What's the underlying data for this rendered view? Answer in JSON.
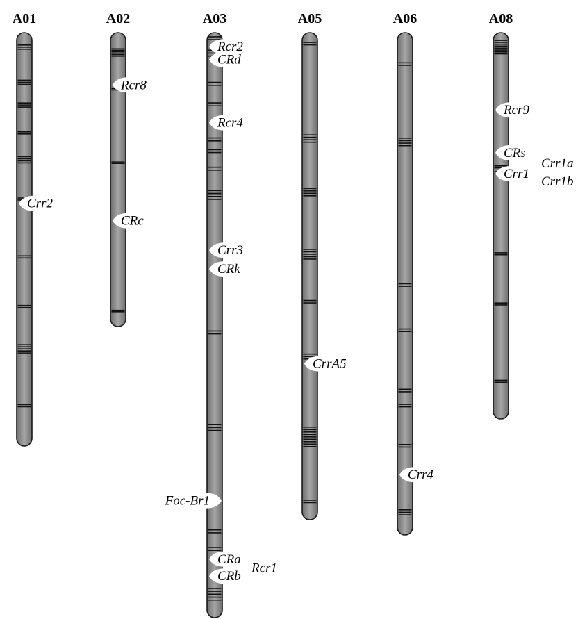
{
  "chromosomes": [
    {
      "id": "A01",
      "name": "A01",
      "bands": [
        0.03,
        0.035,
        0.04,
        0.115,
        0.12,
        0.125,
        0.17,
        0.175,
        0.18,
        0.24,
        0.245,
        0.3,
        0.305,
        0.31,
        0.315,
        0.4,
        0.405,
        0.54,
        0.545,
        0.66,
        0.665,
        0.755,
        0.76,
        0.765,
        0.77,
        0.775,
        0.9,
        0.905
      ],
      "genes": [
        {
          "label": "Crr2",
          "pos": 0.413,
          "side": "right"
        }
      ]
    },
    {
      "id": "A02",
      "name": "A02",
      "bands": [
        0.055,
        0.06,
        0.065,
        0.07,
        0.075,
        0.08,
        0.19,
        0.195,
        0.44,
        0.445,
        0.945,
        0.95
      ],
      "genes": [
        {
          "label": "Rcr8",
          "pos": 0.178,
          "side": "right"
        },
        {
          "label": "CRc",
          "pos": 0.64,
          "side": "right"
        }
      ]
    },
    {
      "id": "A03",
      "name": "A03",
      "bands": [
        0.007,
        0.012,
        0.03,
        0.035,
        0.04,
        0.085,
        0.09,
        0.12,
        0.125,
        0.18,
        0.185,
        0.2,
        0.205,
        0.23,
        0.235,
        0.27,
        0.275,
        0.275,
        0.28,
        0.285,
        0.51,
        0.515,
        0.67,
        0.675,
        0.68,
        0.85,
        0.855,
        0.88,
        0.885,
        0.95,
        0.955,
        0.96,
        0.965,
        0.97
      ],
      "genes": [
        {
          "label": "Rcr2",
          "pos": 0.024,
          "side": "right"
        },
        {
          "label": "CRd",
          "pos": 0.046,
          "side": "right"
        },
        {
          "label": "Rcr4",
          "pos": 0.154,
          "side": "right"
        },
        {
          "label": "Crr3",
          "pos": 0.372,
          "side": "right"
        },
        {
          "label": "CRk",
          "pos": 0.404,
          "side": "right"
        },
        {
          "label": "Foc-Br1",
          "pos": 0.8,
          "side": "left"
        },
        {
          "label": "CRa",
          "pos": 0.9,
          "side": "right"
        },
        {
          "label": "CRb",
          "pos": 0.929,
          "side": "right"
        }
      ],
      "groupLabels": [
        {
          "label": "Rcr1",
          "pos": 0.915
        }
      ]
    },
    {
      "id": "A05",
      "name": "A05",
      "bands": [
        0.02,
        0.025,
        0.21,
        0.215,
        0.22,
        0.225,
        0.32,
        0.325,
        0.33,
        0.335,
        0.445,
        0.45,
        0.455,
        0.46,
        0.465,
        0.55,
        0.555,
        0.66,
        0.665,
        0.67,
        0.81,
        0.815,
        0.82,
        0.825,
        0.83,
        0.835,
        0.84,
        0.845,
        0.85,
        0.96,
        0.965
      ],
      "genes": [
        {
          "label": "CrrA5",
          "pos": 0.68,
          "side": "right"
        }
      ]
    },
    {
      "id": "A06",
      "name": "A06",
      "bands": [
        0.06,
        0.065,
        0.21,
        0.215,
        0.22,
        0.225,
        0.5,
        0.505,
        0.59,
        0.595,
        0.71,
        0.715,
        0.74,
        0.745,
        0.82,
        0.825,
        0.95,
        0.955,
        0.96
      ],
      "genes": [
        {
          "label": "Crr4",
          "pos": 0.88,
          "side": "right"
        }
      ]
    },
    {
      "id": "A08",
      "name": "A08",
      "bands": [
        0.02,
        0.025,
        0.03,
        0.035,
        0.04,
        0.045,
        0.05,
        0.055,
        0.345,
        0.35,
        0.36,
        0.365,
        0.57,
        0.575,
        0.7,
        0.705,
        0.9,
        0.905
      ],
      "genes": [
        {
          "label": "Rcr9",
          "pos": 0.2,
          "side": "right"
        },
        {
          "label": "CRs",
          "pos": 0.311,
          "side": "right"
        },
        {
          "label": "Crr1",
          "pos": 0.365,
          "side": "right"
        }
      ],
      "sideLabels": [
        {
          "label": "Crr1a",
          "pos": 0.338
        },
        {
          "label": "Crr1b",
          "pos": 0.385
        }
      ]
    }
  ]
}
